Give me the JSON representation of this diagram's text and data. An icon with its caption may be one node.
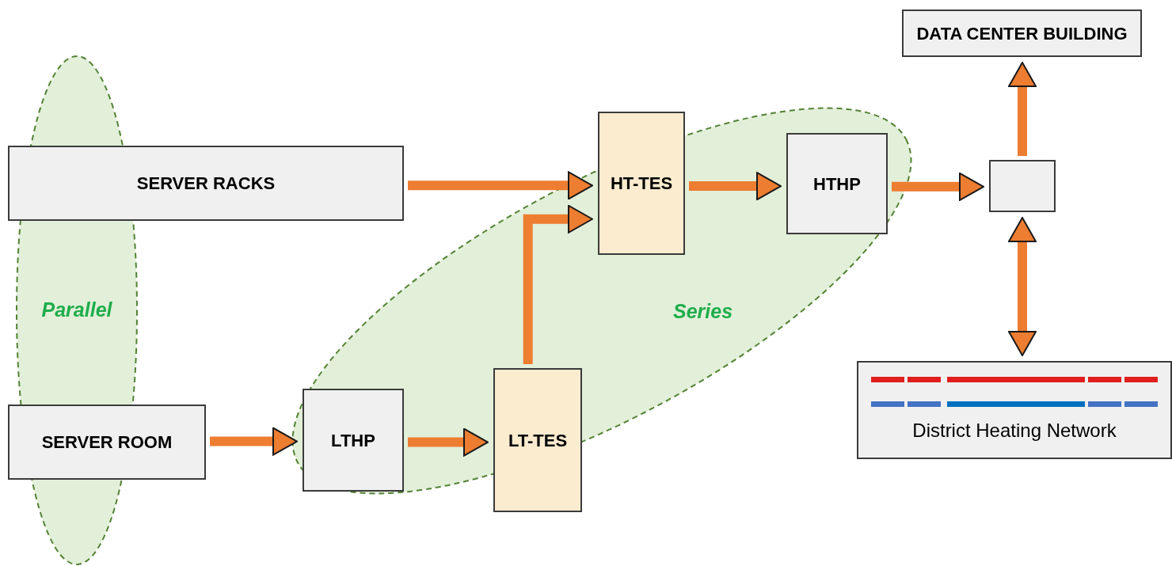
{
  "diagram": {
    "nodes": [
      {
        "text": [
          "Parallel"
        ]
      },
      {
        "text": [
          "Series"
        ]
      },
      {
        "text": [
          "SERVER RACKS"
        ]
      },
      {
        "text": [
          "SERVER ROOM"
        ]
      },
      {
        "text": [
          "LTHP"
        ],
        "in": 1
      },
      {
        "text": [
          "LT-TES"
        ],
        "in": 1
      },
      {
        "text": [
          "HT-TES"
        ],
        "in": 1
      },
      {
        "text": [
          "HTHP"
        ],
        "in": 1
      },
      {
        "text": [],
        "shape": "box"
      },
      {
        "text": [
          "DATA CENTER BUILDING"
        ]
      },
      {
        "text": [
          "District Heating Network"
        ]
      }
    ],
    "edges": [
      {
        "from": 2,
        "to": 6,
        "arrow": "to"
      },
      {
        "from": 3,
        "to": 4,
        "arrow": "to"
      },
      {
        "from": 4,
        "to": 5,
        "arrow": "to"
      },
      {
        "from": 5,
        "to": 6,
        "arrow": "to"
      },
      {
        "from": 6,
        "to": 7,
        "arrow": "to"
      },
      {
        "from": 7,
        "to": 8,
        "arrow": "to"
      },
      {
        "from": 8,
        "to": 9,
        "arrow": "to"
      },
      {
        "from": 8,
        "to": 10,
        "arrow": "both"
      }
    ]
  }
}
